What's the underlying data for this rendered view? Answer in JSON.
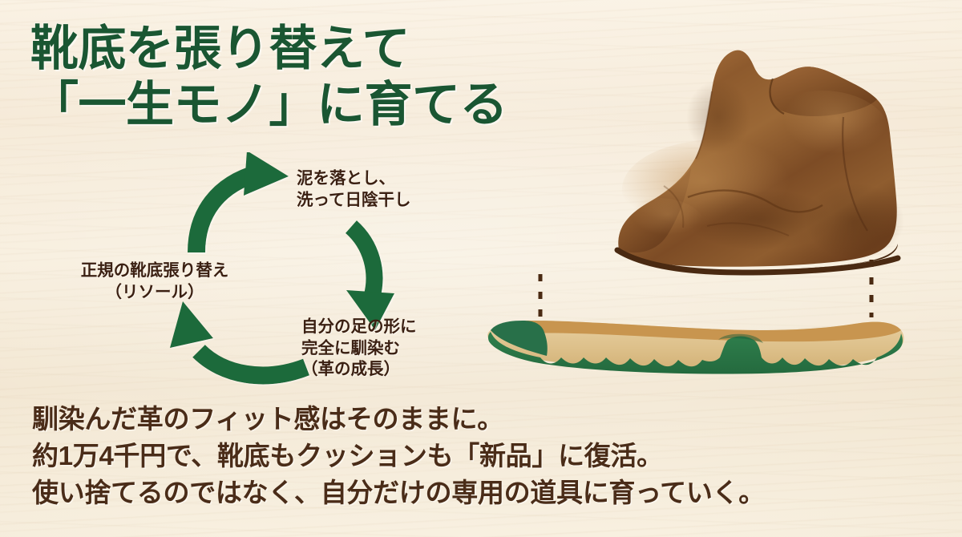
{
  "poster": {
    "background_color": "#f6ecdb",
    "title_color": "#1a5632",
    "body_text_color": "#4a2c18",
    "arrow_color": "#1e6b3a",
    "outsole_color": "#2a7a4a",
    "midsole_color": "#e0c38f",
    "midsole_edge_color": "#c8954f",
    "leather_color": "#8a5a2e"
  },
  "title": {
    "line1": "靴底を張り替えて",
    "line2": "「一生モノ」に育てる"
  },
  "cycle": {
    "steps": [
      {
        "id": "wash",
        "line1": "泥を落とし、",
        "line2": "洗って日陰干し"
      },
      {
        "id": "fit",
        "line1": "自分の足の形に",
        "line2": "完全に馴染む",
        "line3": "（革の成長）"
      },
      {
        "id": "resole",
        "line1": "正規の靴底張り替え",
        "line2": "（リソール）"
      }
    ]
  },
  "illustration": {
    "boot_label": "brown-leather-boot",
    "sole_label": "detached-replacement-sole",
    "alignment_guides": "dashed-alignment-lines"
  },
  "bottom_copy": {
    "line1": "馴染んだ革のフィット感はそのままに。",
    "line2": "約1万4千円で、靴底もクッションも「新品」に復活。",
    "line3": "使い捨てるのではなく、自分だけの専用の道具に育っていく。"
  }
}
